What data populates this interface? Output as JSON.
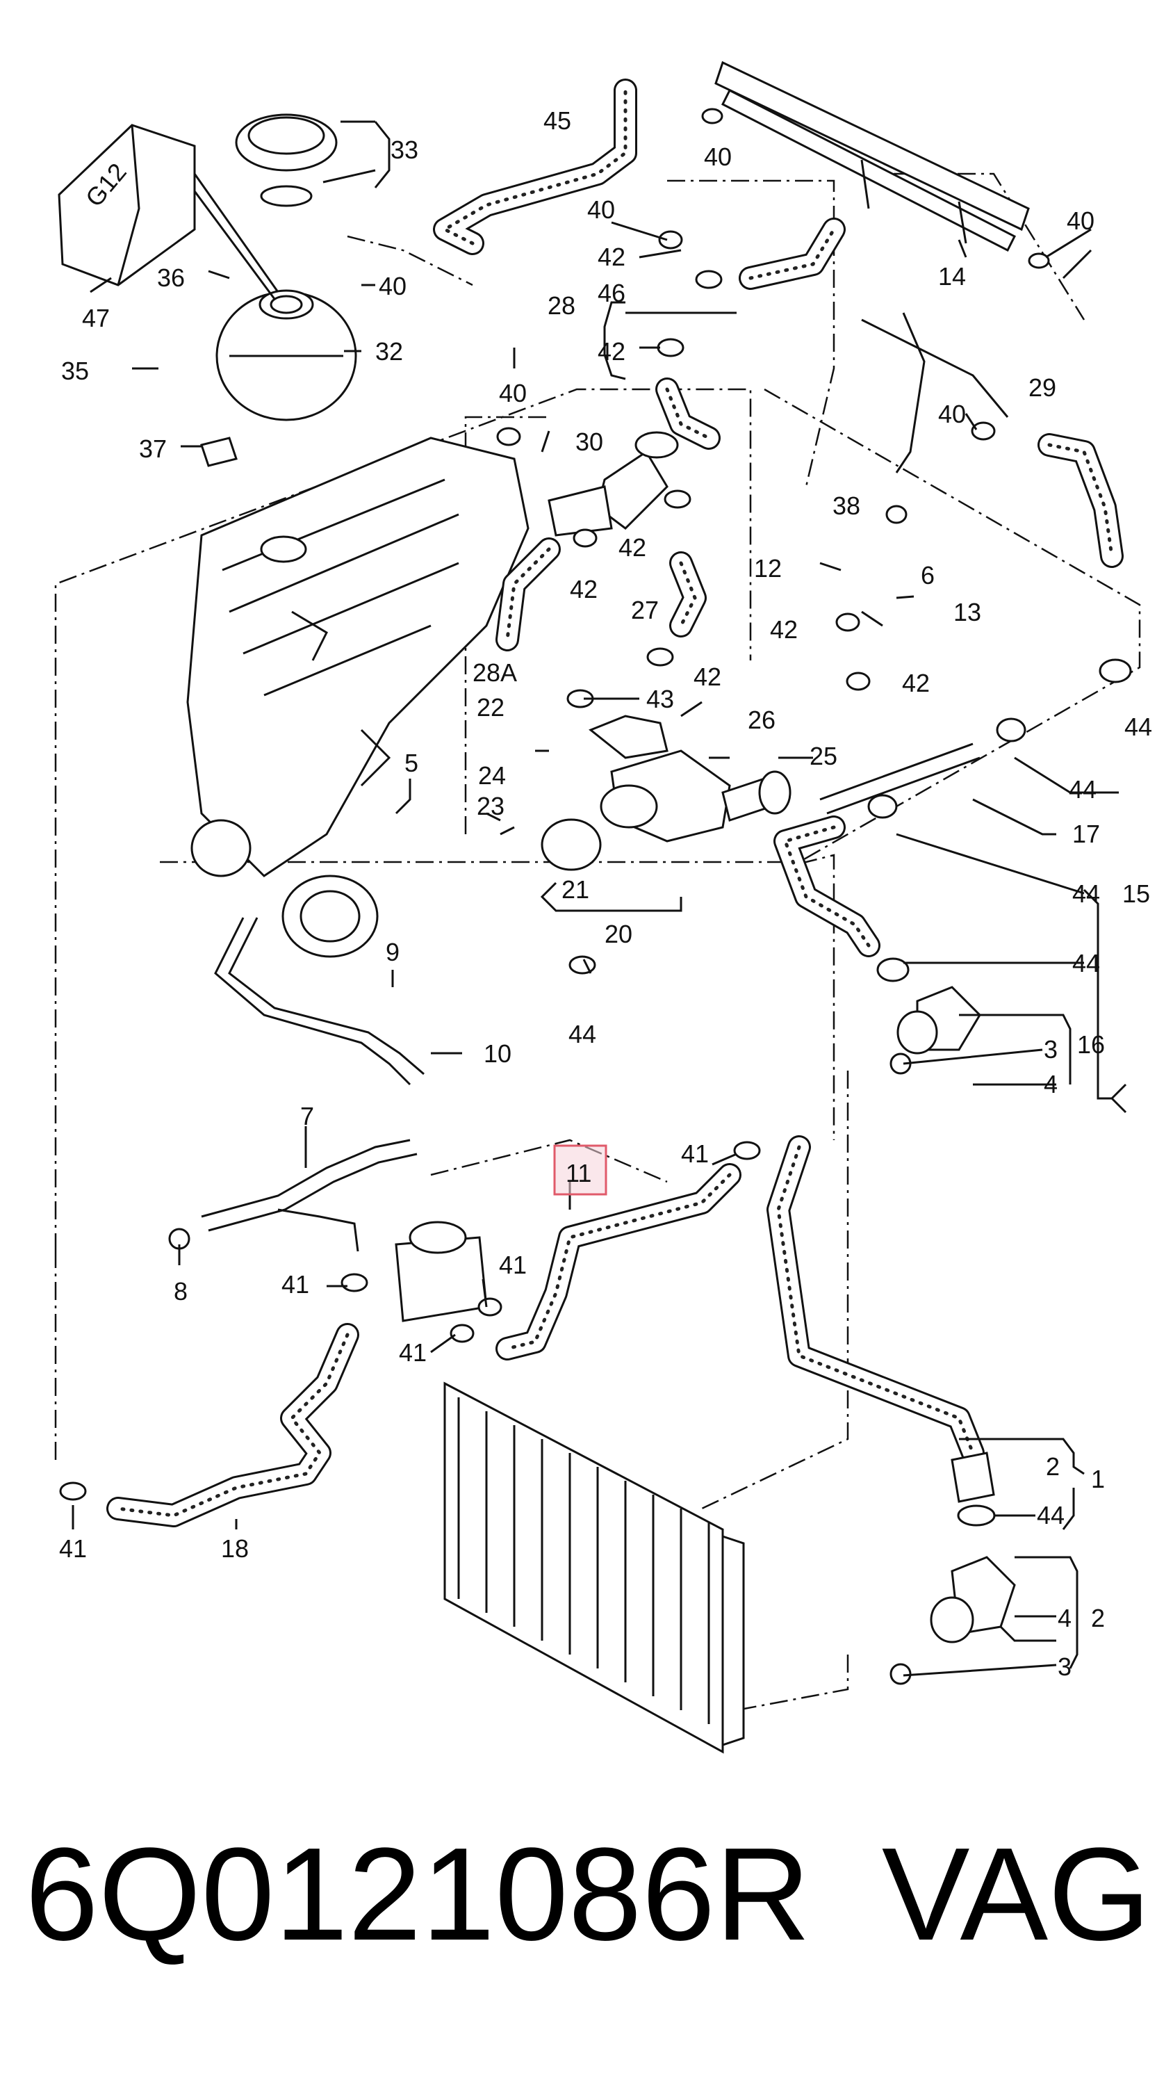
{
  "diagram": {
    "callouts": [
      {
        "id": "c45",
        "text": "45"
      },
      {
        "id": "c40a",
        "text": "40"
      },
      {
        "id": "c33",
        "text": "33"
      },
      {
        "id": "c40b",
        "text": "40"
      },
      {
        "id": "c40c",
        "text": "40"
      },
      {
        "id": "c42a",
        "text": "42"
      },
      {
        "id": "c46",
        "text": "46"
      },
      {
        "id": "c28",
        "text": "28"
      },
      {
        "id": "c42b",
        "text": "42"
      },
      {
        "id": "c14",
        "text": "14"
      },
      {
        "id": "c40d",
        "text": "40"
      },
      {
        "id": "c36",
        "text": "36"
      },
      {
        "id": "c47",
        "text": "47"
      },
      {
        "id": "c35",
        "text": "35"
      },
      {
        "id": "c32",
        "text": "32"
      },
      {
        "id": "c37",
        "text": "37"
      },
      {
        "id": "c40e",
        "text": "40"
      },
      {
        "id": "c30",
        "text": "30"
      },
      {
        "id": "c29",
        "text": "29"
      },
      {
        "id": "c40f",
        "text": "40"
      },
      {
        "id": "c38",
        "text": "38"
      },
      {
        "id": "c42c",
        "text": "42"
      },
      {
        "id": "c12",
        "text": "12"
      },
      {
        "id": "c6",
        "text": "6"
      },
      {
        "id": "c42d",
        "text": "42"
      },
      {
        "id": "c27",
        "text": "27"
      },
      {
        "id": "c13",
        "text": "13"
      },
      {
        "id": "c42e",
        "text": "42"
      },
      {
        "id": "c28A",
        "text": "28A"
      },
      {
        "id": "c42f",
        "text": "42"
      },
      {
        "id": "c42g",
        "text": "42"
      },
      {
        "id": "c43",
        "text": "43"
      },
      {
        "id": "c22",
        "text": "22"
      },
      {
        "id": "c26",
        "text": "26"
      },
      {
        "id": "c44a",
        "text": "44"
      },
      {
        "id": "c24",
        "text": "24"
      },
      {
        "id": "c25",
        "text": "25"
      },
      {
        "id": "c5",
        "text": "5"
      },
      {
        "id": "c23",
        "text": "23"
      },
      {
        "id": "c44b",
        "text": "44"
      },
      {
        "id": "c17",
        "text": "17"
      },
      {
        "id": "c21",
        "text": "21"
      },
      {
        "id": "c44c",
        "text": "44"
      },
      {
        "id": "c15",
        "text": "15"
      },
      {
        "id": "c20",
        "text": "20"
      },
      {
        "id": "c44d",
        "text": "44"
      },
      {
        "id": "c9",
        "text": "9"
      },
      {
        "id": "c44e",
        "text": "44"
      },
      {
        "id": "c3a",
        "text": "3"
      },
      {
        "id": "c16",
        "text": "16"
      },
      {
        "id": "c10",
        "text": "10"
      },
      {
        "id": "c4a",
        "text": "4"
      },
      {
        "id": "c7",
        "text": "7"
      },
      {
        "id": "c11",
        "text": "11"
      },
      {
        "id": "c41a",
        "text": "41"
      },
      {
        "id": "c8",
        "text": "8"
      },
      {
        "id": "c41b",
        "text": "41"
      },
      {
        "id": "c41c",
        "text": "41"
      },
      {
        "id": "c41d",
        "text": "41"
      },
      {
        "id": "c2a",
        "text": "2"
      },
      {
        "id": "c1",
        "text": "1"
      },
      {
        "id": "c44f",
        "text": "44"
      },
      {
        "id": "c41e",
        "text": "41"
      },
      {
        "id": "c18",
        "text": "18"
      },
      {
        "id": "c4b",
        "text": "4"
      },
      {
        "id": "c2b",
        "text": "2"
      },
      {
        "id": "c3b",
        "text": "3"
      }
    ],
    "reservoir_stamp": "G12",
    "highlight_color": "#e05a6a"
  },
  "footer": {
    "part_number": "6Q0121086R",
    "brand": "VAG"
  }
}
